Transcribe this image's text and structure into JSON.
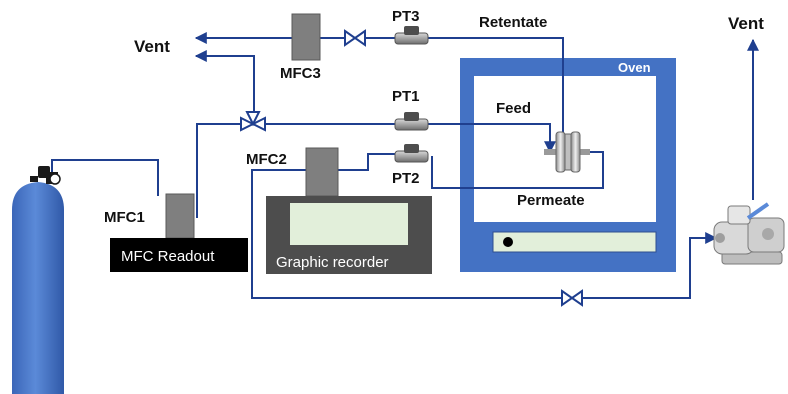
{
  "labels": {
    "vent_left": "Vent",
    "vent_right": "Vent",
    "mfc1": "MFC1",
    "mfc2": "MFC2",
    "mfc3": "MFC3",
    "pt1": "PT1",
    "pt2": "PT2",
    "pt3": "PT3",
    "retentate": "Retentate",
    "feed": "Feed",
    "permeate": "Permeate",
    "oven": "Oven",
    "mfc_readout": "MFC Readout",
    "graphic_recorder": "Graphic recorder"
  },
  "colors": {
    "line": "#1f3f8f",
    "oven_blue": "#4472c4",
    "cylinder_blue": "#4a78c8",
    "mfc_gray": "#7f7f7f",
    "panel_green": "#e2efda",
    "readout_black": "#000000",
    "recorder_dark": "#4d4d4d"
  },
  "icons": {
    "gas_cylinder": "gas-cylinder-icon",
    "vacuum_pump": "vacuum-pump-icon",
    "valve": "needle-valve-icon",
    "three_way_valve": "three-way-valve-icon",
    "membrane_module": "membrane-module-icon",
    "pressure_transducer": "pressure-transducer-icon"
  }
}
